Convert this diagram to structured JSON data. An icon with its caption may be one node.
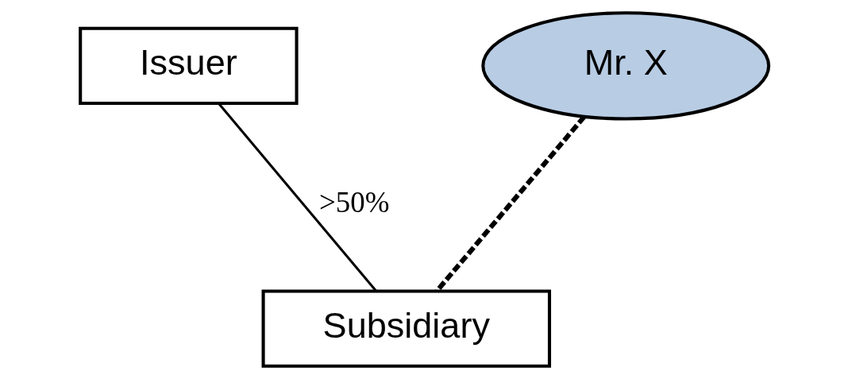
{
  "diagram": {
    "nodes": [
      {
        "text": [
          "Issuer"
        ]
      },
      {
        "text": [
          "Mr. X"
        ]
      },
      {
        "text": [
          "Subsidiary"
        ]
      }
    ],
    "edges": [
      {
        "from": 0,
        "to": 2,
        "arrow": "none",
        "label": ">50%"
      },
      {
        "from": 1,
        "to": 2,
        "arrow": "none",
        "style": "dashed"
      }
    ]
  }
}
